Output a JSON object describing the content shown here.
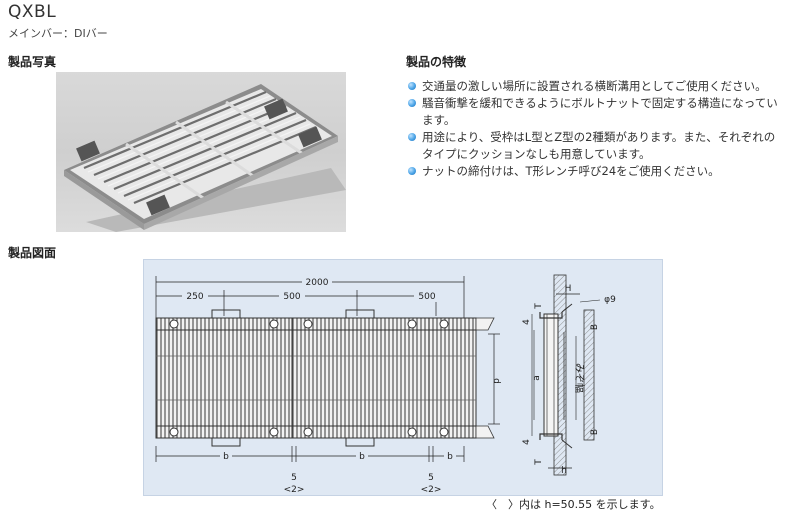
{
  "header": {
    "title": "QXBL",
    "subtitle": "メインバー：DIバー"
  },
  "sections": {
    "photo": "製品写真",
    "features": "製品の特徴",
    "drawing": "製品図面"
  },
  "features": [
    "交通量の激しい場所に設置される横断溝用としてご使用ください。",
    "騒音衝撃を緩和できるようにボルトナットで固定する構造になっています。",
    "用途により、受枠はL型とZ型の2種類があります。また、それぞれのタイプにクッションなしも用意しています。",
    "ナットの締付けは、T形レンチ呼び24をご使用ください。"
  ],
  "drawing": {
    "total": "2000",
    "seg1": "250",
    "seg2": "500",
    "seg3": "500",
    "b1": "b",
    "b2": "b",
    "b3": "b",
    "five1": "5",
    "five2": "5",
    "two1": "<2>",
    "two2": "<2>",
    "p": "p",
    "H": "H",
    "phi": "φ9",
    "T1": "T",
    "T2": "T",
    "four1": "4",
    "four2": "4",
    "B1": "B",
    "B2": "B",
    "a": "a",
    "width_label": "みぞ幅",
    "h": "h"
  },
  "note": "〈　〉内は h=50.55 を示します。"
}
